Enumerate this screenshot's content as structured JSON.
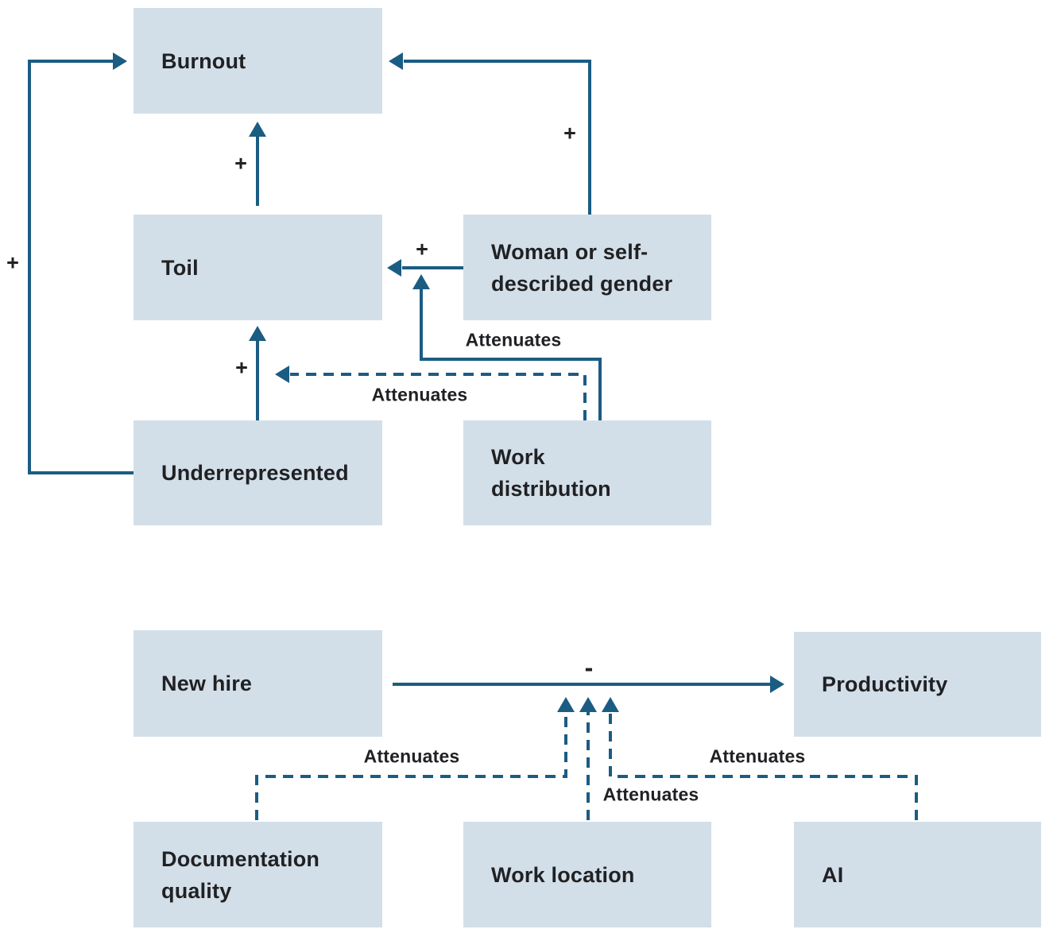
{
  "figure": {
    "type": "causal-diagram",
    "background": "#ffffff",
    "colors": {
      "node_fill": "#d3dfe8",
      "edge": "#1b5c83",
      "text": "#202124"
    },
    "nodes": {
      "burnout": "Burnout",
      "toil": "Toil",
      "woman": "Woman or self-\ndescribed gender",
      "underrepresented": "Underrepresented",
      "work_distribution": "Work\ndistribution",
      "new_hire": "New hire",
      "productivity": "Productivity",
      "documentation_quality": "Documentation\nquality",
      "work_location": "Work location",
      "ai": "AI"
    },
    "edges": [
      {
        "from": "Toil",
        "to": "Burnout",
        "sign": "+",
        "style": "solid"
      },
      {
        "from": "Woman or self-described gender",
        "to": "Burnout",
        "sign": "+",
        "style": "solid"
      },
      {
        "from": "Woman or self-described gender",
        "to": "Toil",
        "sign": "+",
        "style": "solid"
      },
      {
        "from": "Underrepresented",
        "to": "Toil",
        "sign": "+",
        "style": "solid"
      },
      {
        "from": "Underrepresented",
        "to": "Burnout",
        "sign": "+",
        "style": "solid"
      },
      {
        "from": "Work distribution",
        "to": "Woman or self-described gender → Toil link",
        "label": "Attenuates",
        "style": "solid"
      },
      {
        "from": "Work distribution",
        "to": "Underrepresented → Toil link",
        "label": "Attenuates",
        "style": "dashed"
      },
      {
        "from": "New hire",
        "to": "Productivity",
        "sign": "-",
        "style": "solid"
      },
      {
        "from": "Documentation quality",
        "to": "New hire → Productivity link",
        "label": "Attenuates",
        "style": "dashed"
      },
      {
        "from": "Work location",
        "to": "New hire → Productivity link",
        "label": "Attenuates",
        "style": "dashed"
      },
      {
        "from": "AI",
        "to": "New hire → Productivity link",
        "label": "Attenuates",
        "style": "dashed"
      }
    ]
  }
}
